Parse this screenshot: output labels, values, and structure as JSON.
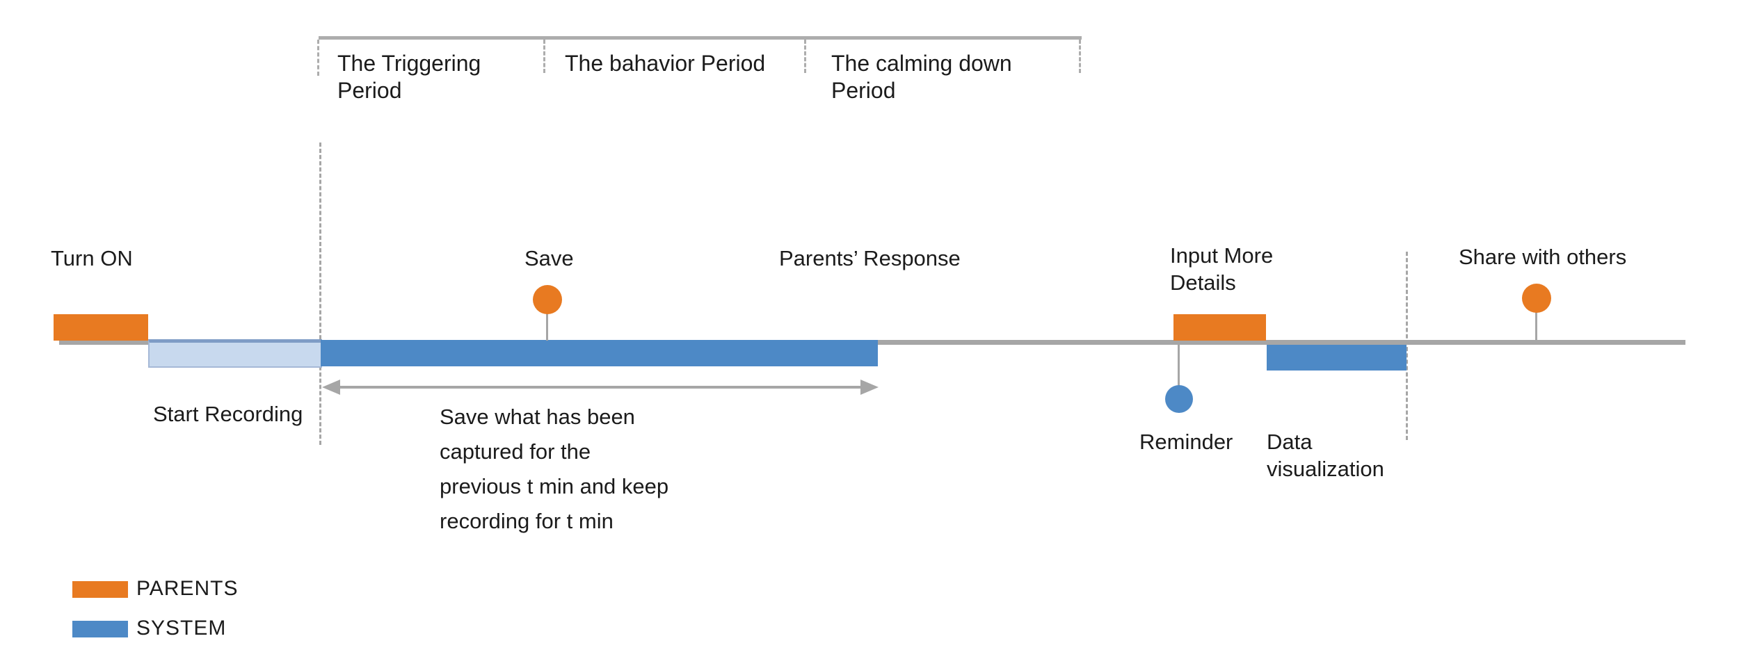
{
  "colors": {
    "parents": "#E87A21",
    "system": "#4D89C6",
    "system-light": "#C8D9EE",
    "system-light-edge": "#7F9CC6",
    "system-light-side": "#A5B8D6",
    "line-gray": "#A6A6A6",
    "bracket-gray": "#ADADAD",
    "ink": "#1B1B1B"
  },
  "phase_bracket": {
    "phases": [
      {
        "label": "The Triggering\nPeriod"
      },
      {
        "label": "The bahavior Period"
      },
      {
        "label": "The calming down\nPeriod"
      }
    ]
  },
  "timeline": {
    "turn_on": {
      "label": "Turn ON"
    },
    "start_recording": {
      "label": "Start Recording"
    },
    "save": {
      "label": "Save"
    },
    "save_note": {
      "label": "Save what has been\ncaptured for the\nprevious t min and keep\nrecording for t min"
    },
    "parents_response": {
      "label": "Parents’ Response"
    },
    "input_more_details": {
      "label": "Input More\nDetails"
    },
    "reminder": {
      "label": "Reminder"
    },
    "data_visualization": {
      "label": "Data\nvisualization"
    },
    "share_with_others": {
      "label": "Share with others"
    }
  },
  "legend": {
    "items": [
      {
        "label": "PARENTS",
        "color": "#E87A21"
      },
      {
        "label": "SYSTEM",
        "color": "#4D89C6"
      }
    ]
  }
}
